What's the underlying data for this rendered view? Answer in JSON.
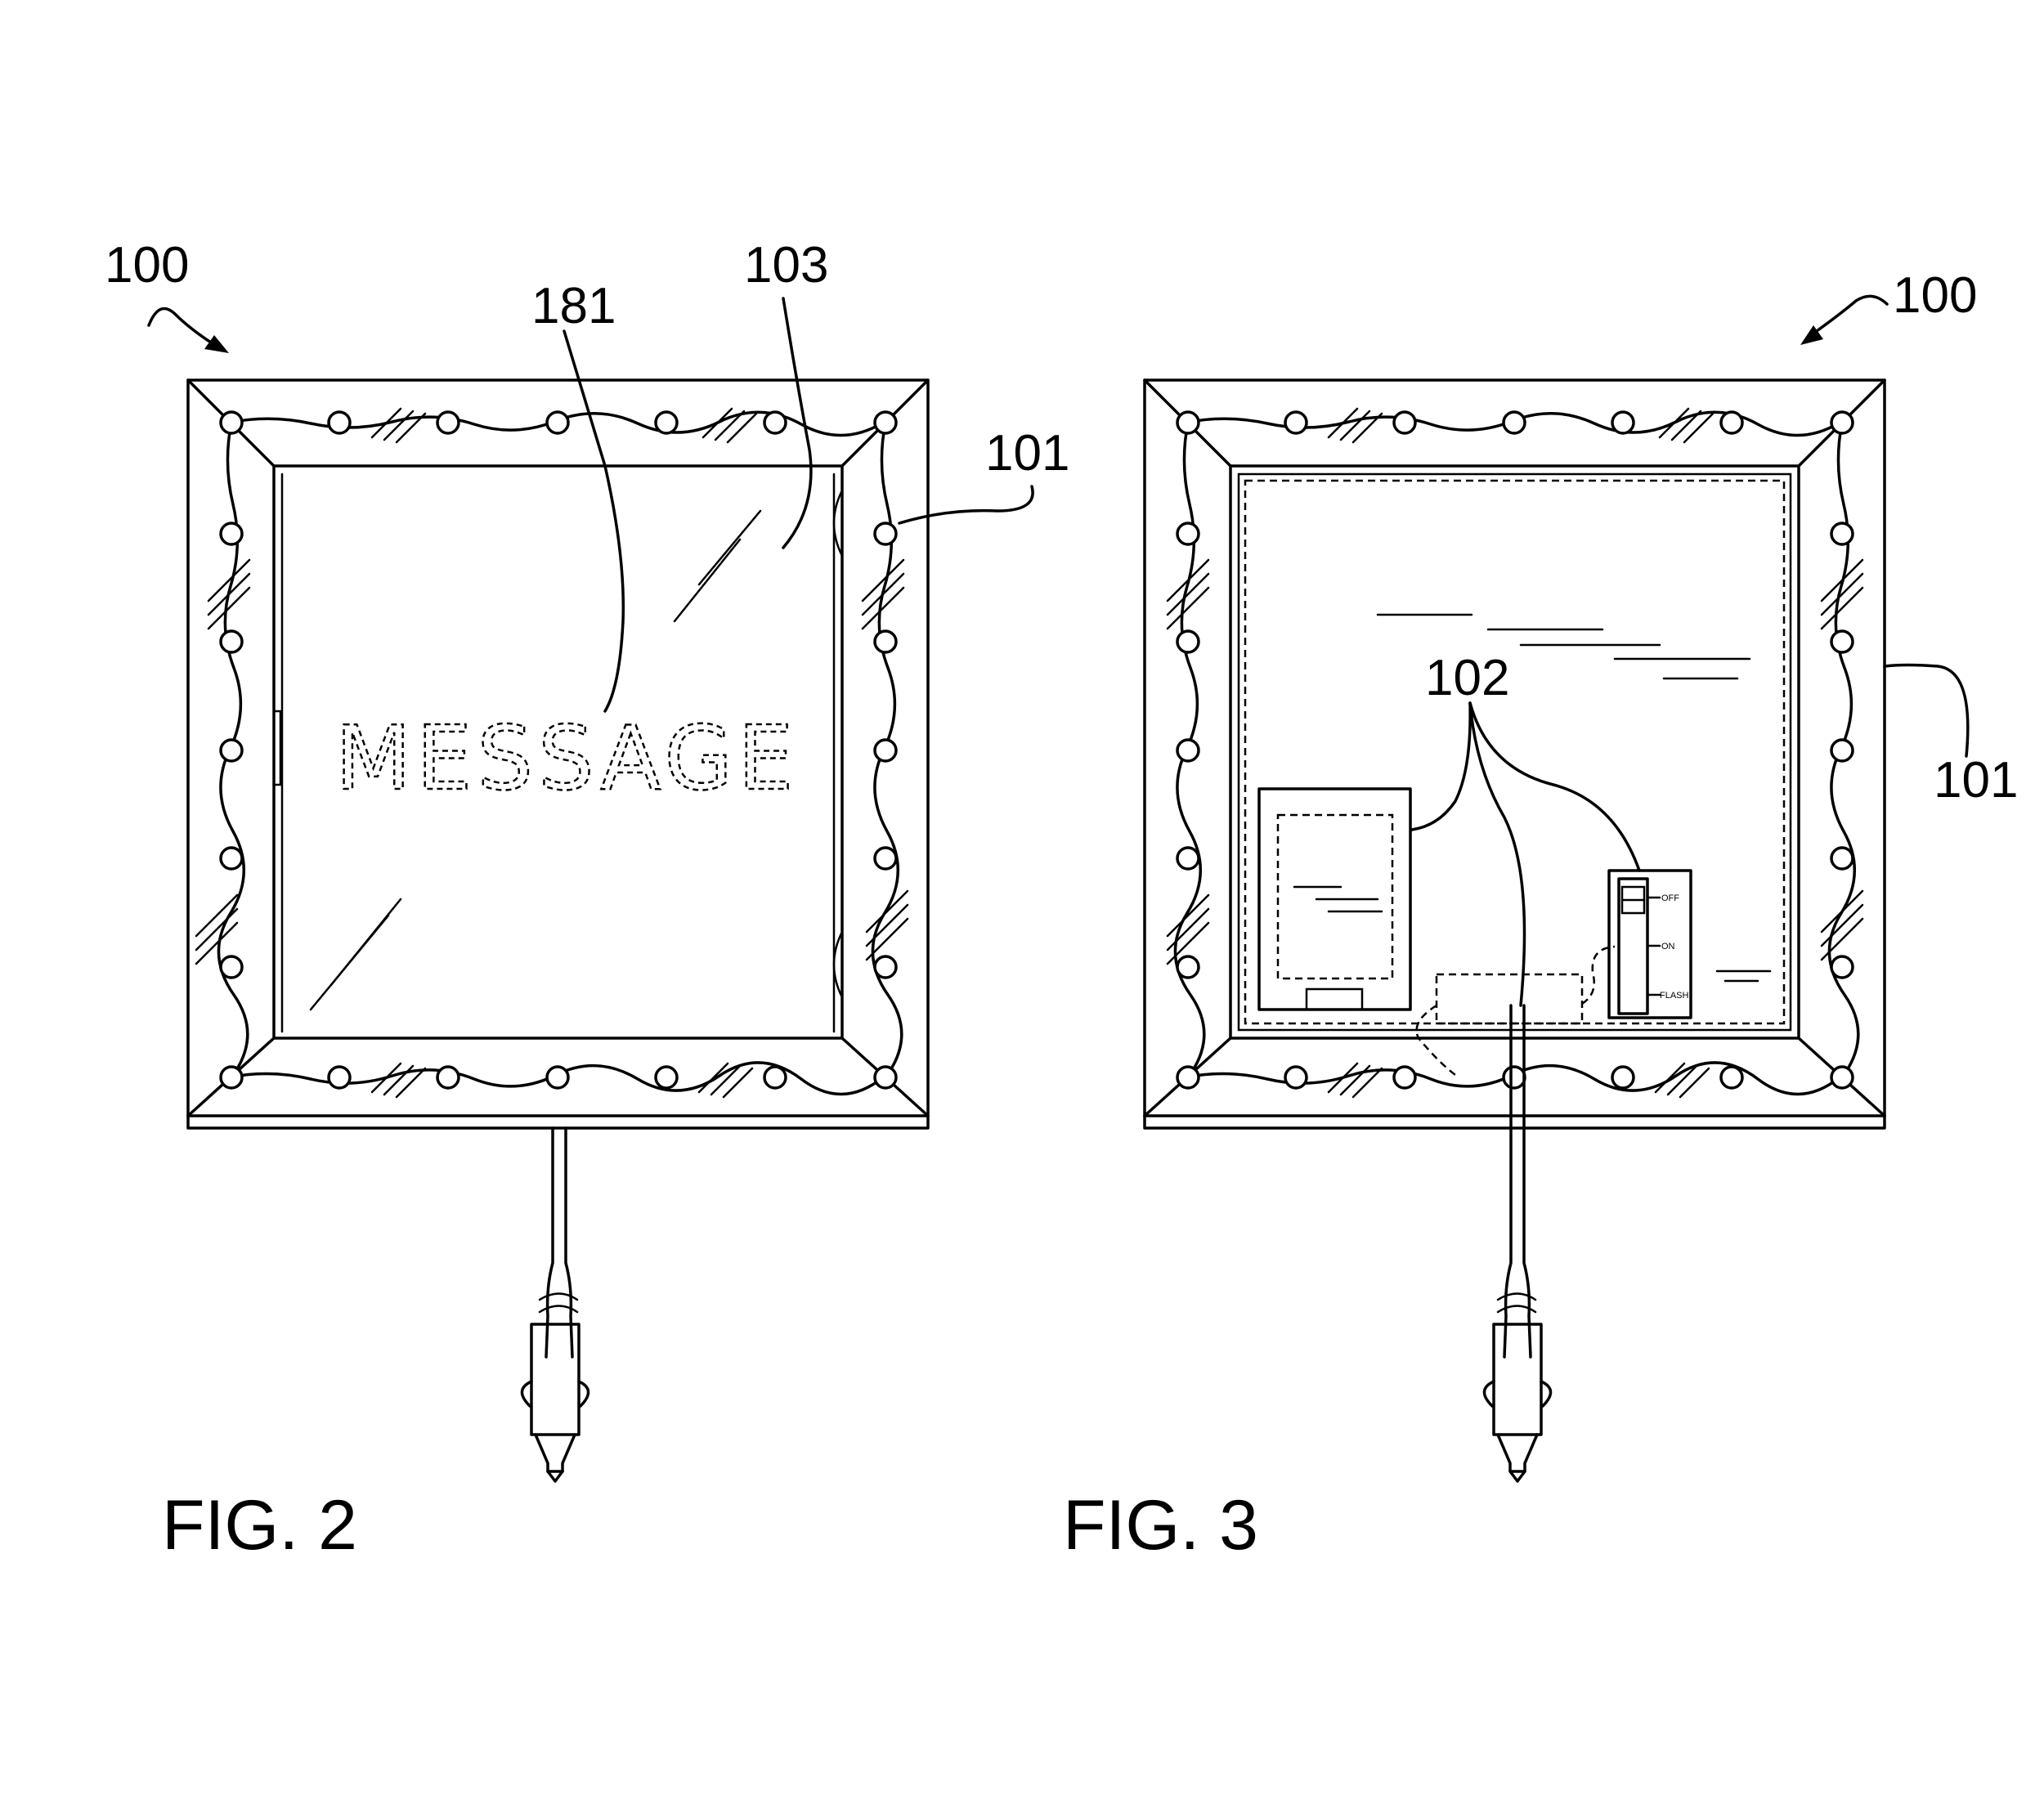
{
  "figure2": {
    "caption": "FIG. 2",
    "refs": {
      "device": "100",
      "message_ref": "181",
      "panel": "103",
      "frame": "101"
    },
    "panel_text": "MESSAGE"
  },
  "figure3": {
    "caption": "FIG. 3",
    "refs": {
      "device": "100",
      "electronics": "102",
      "frame": "101"
    },
    "switch_labels": {
      "off": "OFF",
      "on": "ON",
      "flash": "FLASH"
    }
  }
}
